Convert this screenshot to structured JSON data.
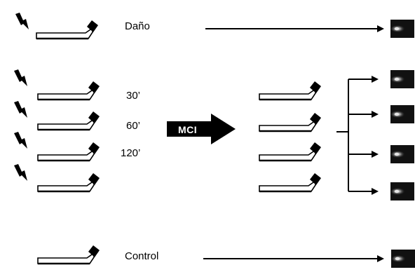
{
  "labels": {
    "damage": "Daño",
    "t30": "30’",
    "t60": "60’",
    "t120": "120’",
    "control": "Control",
    "mci": "MCI"
  },
  "icons": {
    "lightning": "lightning-bolt-icon",
    "cell_slide": "cell-slide-icon",
    "comet": "comet-image-icon"
  },
  "colors": {
    "stroke": "#000000",
    "background": "#ffffff",
    "comet_bg": "#111111",
    "comet_spot": "#e6e6e6"
  }
}
